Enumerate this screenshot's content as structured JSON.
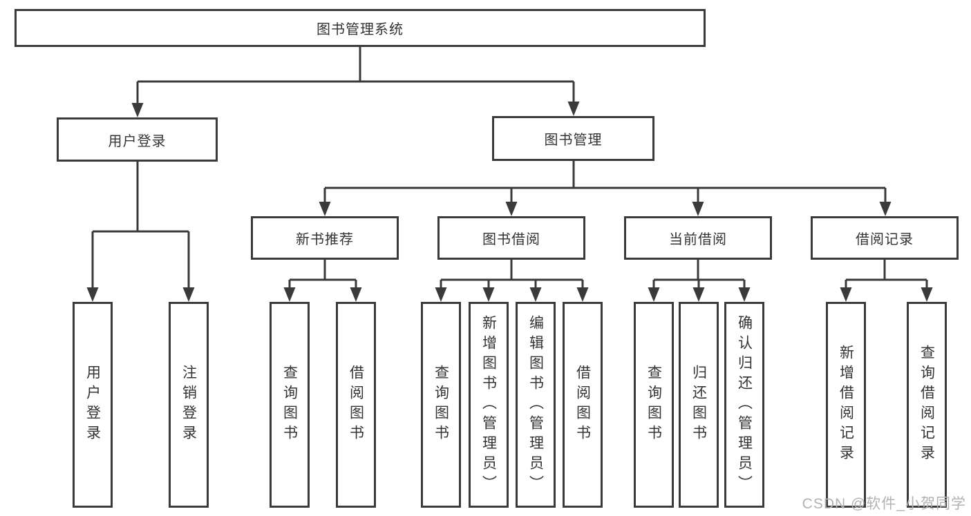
{
  "tree": {
    "root": "图书管理系统",
    "login": {
      "label": "用户登录",
      "children": [
        "用户登录",
        "注销登录"
      ]
    },
    "management": {
      "label": "图书管理",
      "groups": [
        {
          "label": "新书推荐",
          "children": [
            "查询图书",
            "借阅图书"
          ]
        },
        {
          "label": "图书借阅",
          "children": [
            "查询图书",
            "新增图书（管理员）",
            "编辑图书（管理员）",
            "借阅图书"
          ]
        },
        {
          "label": "当前借阅",
          "children": [
            "查询图书",
            "归还图书",
            "确认归还（管理员）"
          ]
        },
        {
          "label": "借阅记录",
          "children": [
            "新增借阅记录",
            "查询借阅记录"
          ]
        }
      ]
    }
  },
  "watermark": "CSDN @软件_小贺同学",
  "colors": {
    "line": "#3a3a3a",
    "text": "#333333",
    "box_background": "#ffffff",
    "watermark": "#b2b2b2"
  }
}
